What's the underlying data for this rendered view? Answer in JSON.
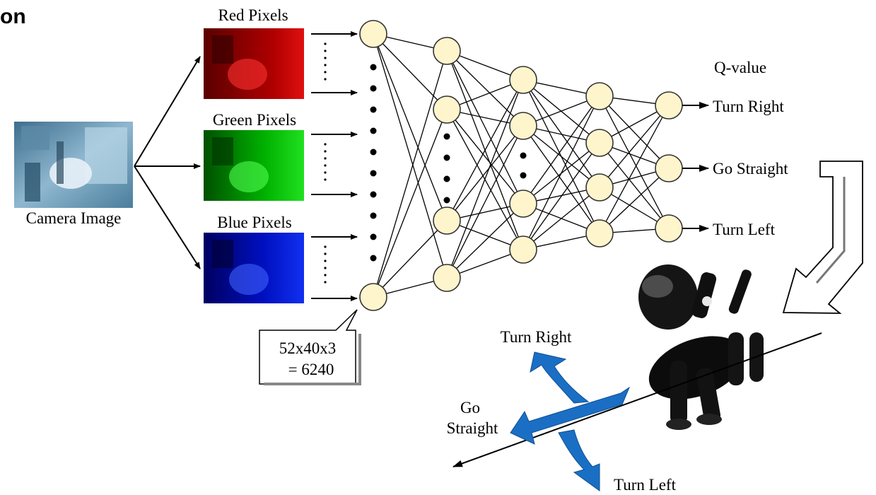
{
  "header": {
    "title_fragment": "on"
  },
  "input": {
    "camera_label": "Camera Image",
    "channels": [
      {
        "label": "Red Pixels",
        "color": "#d01010"
      },
      {
        "label": "Green Pixels",
        "color": "#10c010"
      },
      {
        "label": "Blue Pixels",
        "color": "#1020d8"
      }
    ],
    "input_size_line1": "52x40x3",
    "input_size_line2": "= 6240"
  },
  "network": {
    "node_fill": "#fff5cc",
    "node_stroke": "#333333"
  },
  "outputs": {
    "heading": "Q-value",
    "actions": [
      "Turn Right",
      "Go Straight",
      "Turn Left"
    ]
  },
  "robot_motion": {
    "arrow_color": "#1a6fc4",
    "turn_right": "Turn Right",
    "go_line1": "Go",
    "go_line2": "Straight",
    "turn_left": "Turn Left"
  }
}
